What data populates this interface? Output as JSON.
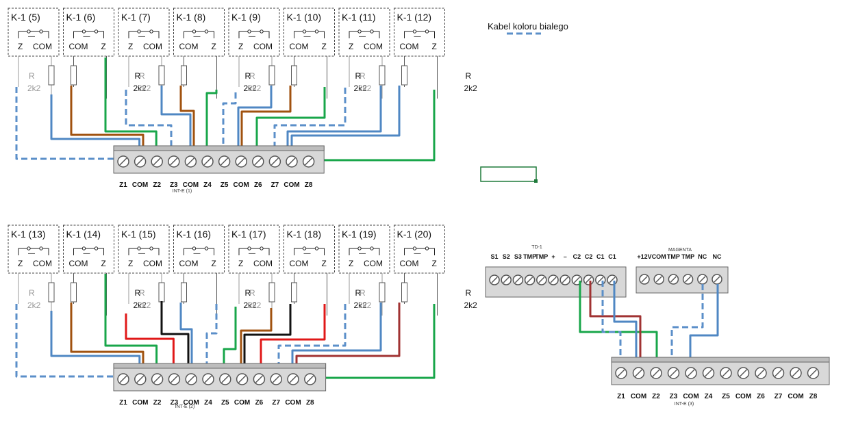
{
  "legend": {
    "text": "Kabel koloru bialego",
    "color": "#5b8fc9"
  },
  "colors": {
    "blue": "#4f87c3",
    "brown": "#a0520f",
    "green": "#18a64a",
    "red": "#e01818",
    "black": "#111111",
    "darkred": "#a03232",
    "white_dash": "#5b8fc9"
  },
  "terminal_labels": [
    "Z1",
    "COM",
    "Z2",
    "Z3",
    "COM",
    "Z4",
    "Z5",
    "COM",
    "Z6",
    "Z7",
    "COM",
    "Z8"
  ],
  "block1": {
    "caption": "INT-E  (1)",
    "sensors": [
      {
        "name": "K-1  (5)",
        "t1": "Z",
        "t2": "COM",
        "r": "R",
        "rv": "2k2",
        "faded": true
      },
      {
        "name": "K-1  (6)",
        "t1": "COM",
        "t2": "Z",
        "r": "R",
        "rv": "2k2",
        "faded": false
      },
      {
        "name": "K-1  (7)",
        "t1": "Z",
        "t2": "COM",
        "r": "R",
        "rv": "2k2",
        "faded": true
      },
      {
        "name": "K-1  (8)",
        "t1": "COM",
        "t2": "Z",
        "r": "R",
        "rv": "2k2",
        "faded": false
      },
      {
        "name": "K-1  (9)",
        "t1": "Z",
        "t2": "COM",
        "r": "R",
        "rv": "2k2",
        "faded": true
      },
      {
        "name": "K-1  (10)",
        "t1": "COM",
        "t2": "Z",
        "r": "R",
        "rv": "2k2",
        "faded": false
      },
      {
        "name": "K-1  (11)",
        "t1": "Z",
        "t2": "COM",
        "r": "R",
        "rv": "2k2",
        "faded": true
      },
      {
        "name": "K-1  (12)",
        "t1": "COM",
        "t2": "Z",
        "r": "R",
        "rv": "2k2",
        "faded": false
      }
    ]
  },
  "block2": {
    "caption": "INT-E  (2)",
    "sensors": [
      {
        "name": "K-1  (13)",
        "t1": "Z",
        "t2": "COM",
        "r": "R",
        "rv": "2k2",
        "faded": true
      },
      {
        "name": "K-1  (14)",
        "t1": "COM",
        "t2": "Z",
        "r": "R",
        "rv": "2k2",
        "faded": false
      },
      {
        "name": "K-1  (15)",
        "t1": "Z",
        "t2": "COM",
        "r": "R",
        "rv": "2k2",
        "faded": true
      },
      {
        "name": "K-1  (16)",
        "t1": "COM",
        "t2": "Z",
        "r": "R",
        "rv": "2k2",
        "faded": false
      },
      {
        "name": "K-1  (17)",
        "t1": "Z",
        "t2": "COM",
        "r": "R",
        "rv": "2k2",
        "faded": true
      },
      {
        "name": "K-1  (18)",
        "t1": "COM",
        "t2": "Z",
        "r": "R",
        "rv": "2k2",
        "faded": false
      },
      {
        "name": "K-1  (19)",
        "t1": "Z",
        "t2": "COM",
        "r": "R",
        "rv": "2k2",
        "faded": true
      },
      {
        "name": "K-1  (20)",
        "t1": "COM",
        "t2": "Z",
        "r": "R",
        "rv": "2k2",
        "faded": false
      }
    ]
  },
  "block3": {
    "caption": "INT-E  (3)",
    "td1": {
      "title": "TD-1",
      "labels": [
        "S1",
        "S2",
        "S3",
        "TMP",
        "TMP",
        "+",
        "–",
        "C2",
        "C2",
        "C1",
        "C1"
      ]
    },
    "magenta": {
      "title": "MAGENTA",
      "labels": [
        "+12V",
        "COM",
        "TMP",
        "TMP",
        "NC",
        "NC"
      ]
    }
  }
}
